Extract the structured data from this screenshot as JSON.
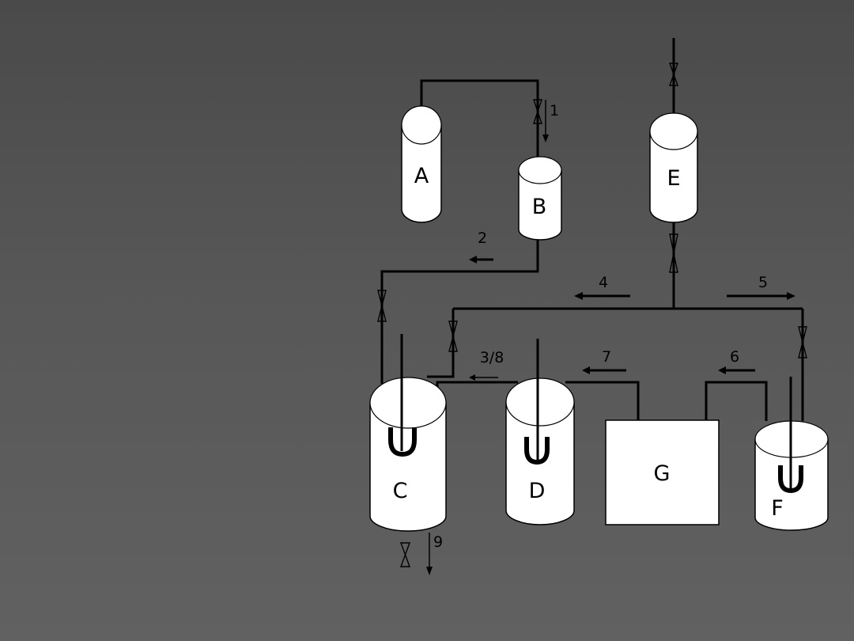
{
  "vessels": {
    "a": "A",
    "b": "B",
    "c": "C",
    "d": "D",
    "e": "E",
    "f": "F",
    "g": "G"
  },
  "flows": {
    "f1": "1",
    "f2": "2",
    "f38": "3/8",
    "f4": "4",
    "f5": "5",
    "f6": "6",
    "f7": "7",
    "f9": "9"
  },
  "colors": {
    "background_top": "#4a4a4a",
    "background_bottom": "#616161",
    "vessel_fill": "#ffffff",
    "line": "#000000"
  }
}
